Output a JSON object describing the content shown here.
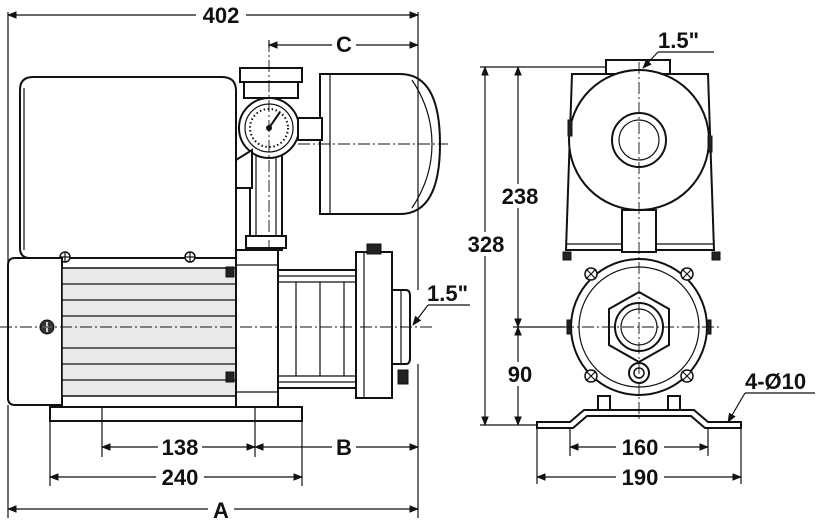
{
  "dimensions": {
    "overall_width": "402",
    "c": "C",
    "thread_top": "1.5\"",
    "thread_side": "1.5\"",
    "d238": "238",
    "d328": "328",
    "d90": "90",
    "bolts": "4-Ø10",
    "d138": "138",
    "b": "B",
    "d240": "240",
    "a": "A",
    "d160": "160",
    "d190": "190"
  }
}
